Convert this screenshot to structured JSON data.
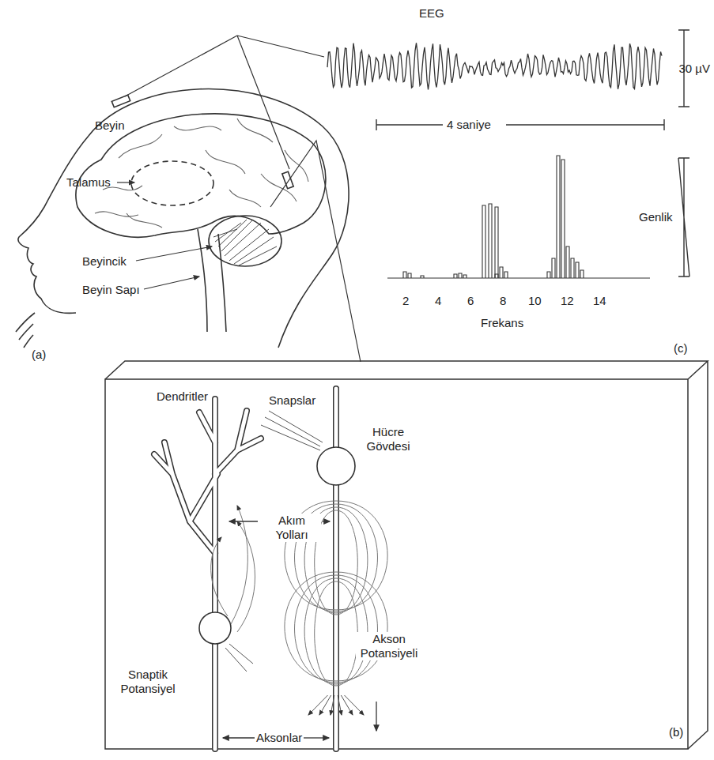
{
  "diagram": {
    "labels": [
      "EEG",
      "30 µV",
      "4 saniye",
      "Beyin",
      "Talamus",
      "Beyincik",
      "Beyin Sapı",
      "(a)",
      "Genlik",
      "2",
      "4",
      "6",
      "8",
      "10",
      "12",
      "14",
      "Frekans",
      "(c)",
      "Dendritler",
      "Snapslar",
      "Hücre Gövdesi",
      "Akım Yolları",
      "Snaptik Potansiyel",
      "Akson Potansiyeli",
      "Aksonlar",
      "(b)"
    ]
  }
}
